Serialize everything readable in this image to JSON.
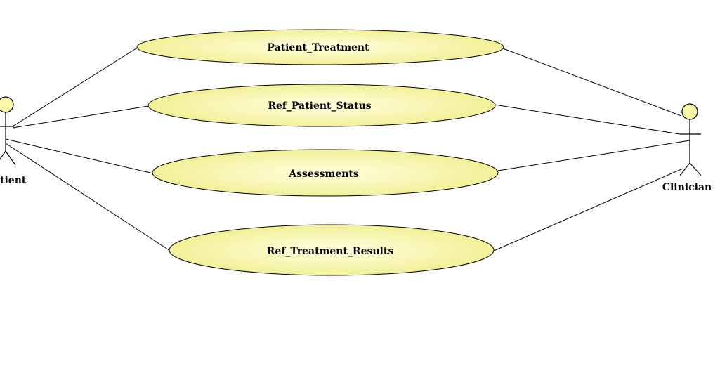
{
  "colors": {
    "background": "#ffffff",
    "line": "#000000",
    "use_case_fill_center": "#ffffe0",
    "use_case_fill_edge": "#f3f098",
    "actor_head": "#fcf7a8"
  },
  "actors": [
    {
      "id": "patient",
      "label": "Patient",
      "visible_label": "tient"
    },
    {
      "id": "clinician",
      "label": "Clinician",
      "visible_label": "Clinician"
    }
  ],
  "use_cases": [
    {
      "id": "patient-treatment",
      "label": "Patient_Treatment"
    },
    {
      "id": "ref-patient-status",
      "label": "Ref_Patient_Status"
    },
    {
      "id": "assessments",
      "label": "Assessments"
    },
    {
      "id": "ref-treatment-results",
      "label": "Ref_Treatment_Results"
    }
  ],
  "associations": [
    {
      "actor": "patient",
      "use_case": "patient-treatment"
    },
    {
      "actor": "patient",
      "use_case": "ref-patient-status"
    },
    {
      "actor": "patient",
      "use_case": "assessments"
    },
    {
      "actor": "patient",
      "use_case": "ref-treatment-results"
    },
    {
      "actor": "clinician",
      "use_case": "patient-treatment"
    },
    {
      "actor": "clinician",
      "use_case": "ref-patient-status"
    },
    {
      "actor": "clinician",
      "use_case": "assessments"
    },
    {
      "actor": "clinician",
      "use_case": "ref-treatment-results"
    }
  ]
}
